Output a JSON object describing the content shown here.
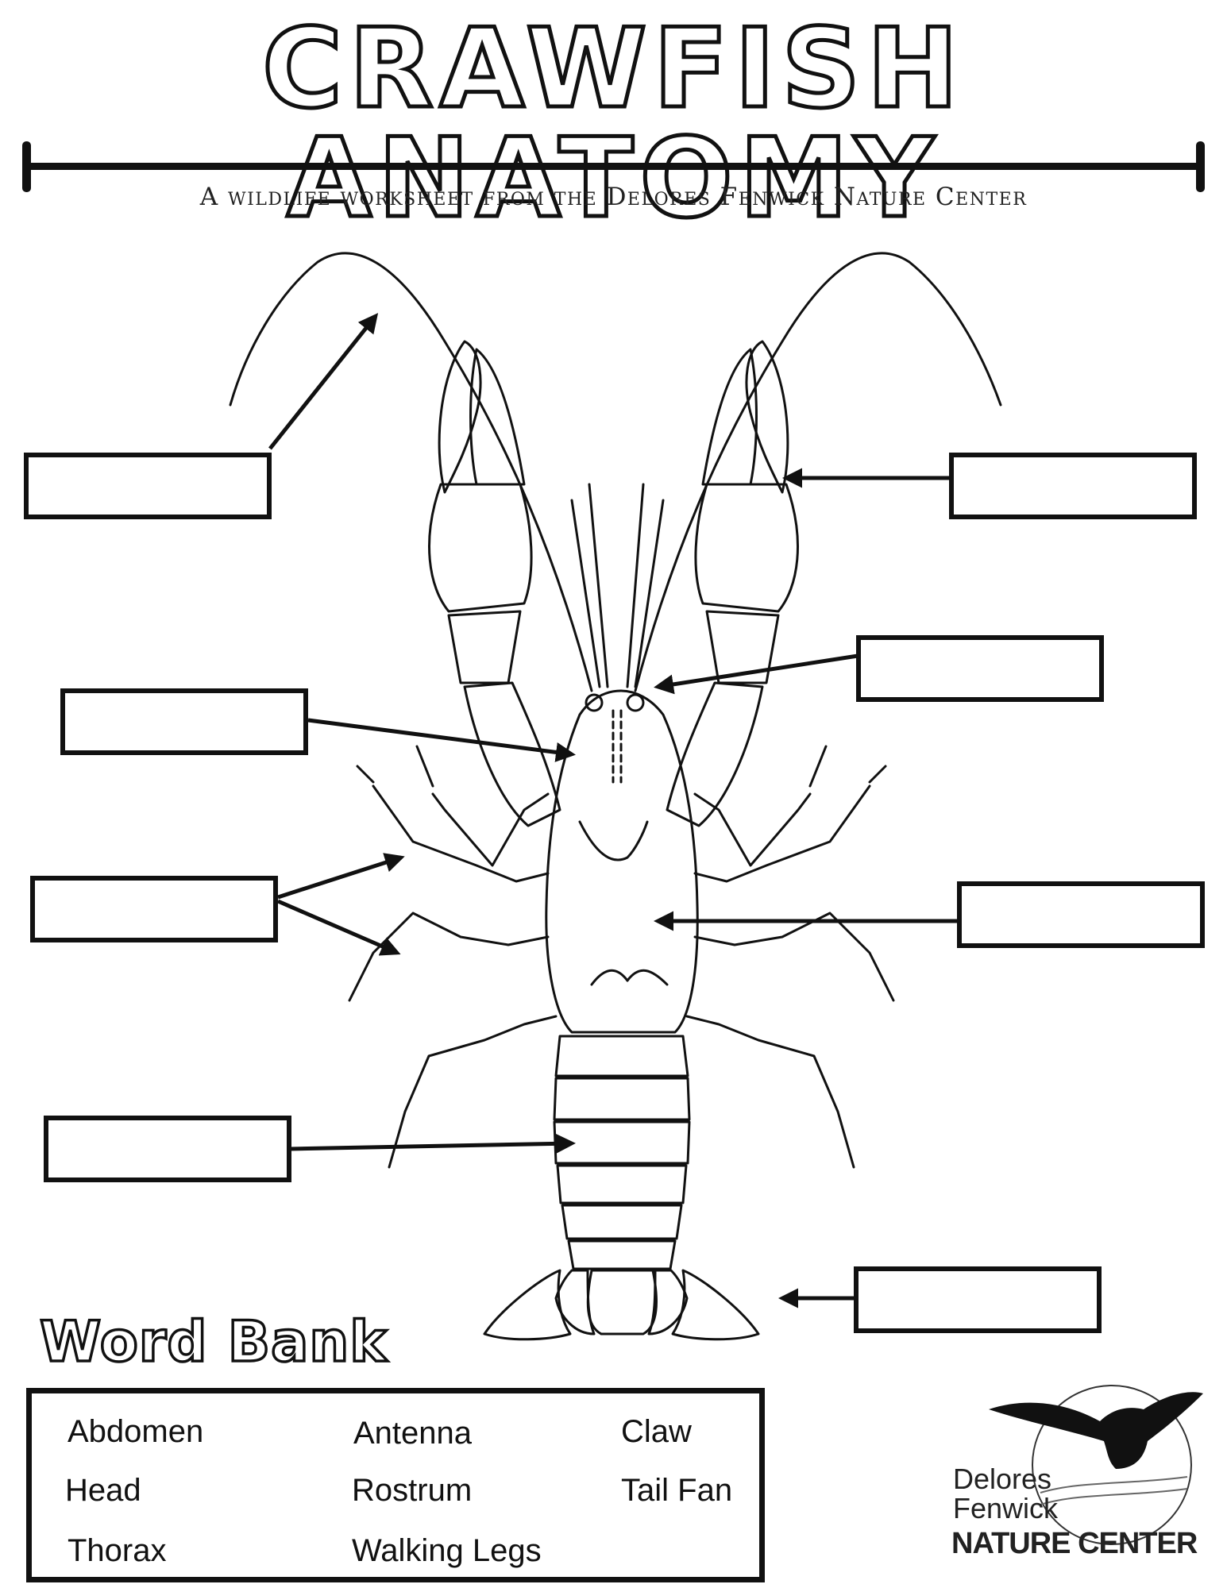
{
  "header": {
    "title": "CRAWFISH ANATOMY",
    "subtitle": "A wildlife worksheet from the Delores Fenwick Nature Center"
  },
  "word_bank": {
    "title": "Word Bank",
    "words": [
      "Abdomen",
      "Antenna",
      "Claw",
      "Head",
      "Rostrum",
      "Tail Fan",
      "Thorax",
      "Walking Legs"
    ]
  },
  "logo": {
    "line1": "Delores",
    "line2": "Fenwick",
    "line3": "NATURE CENTER",
    "icon": "bird-icon"
  },
  "colors": {
    "ink": "#111111",
    "paper": "#ffffff"
  }
}
